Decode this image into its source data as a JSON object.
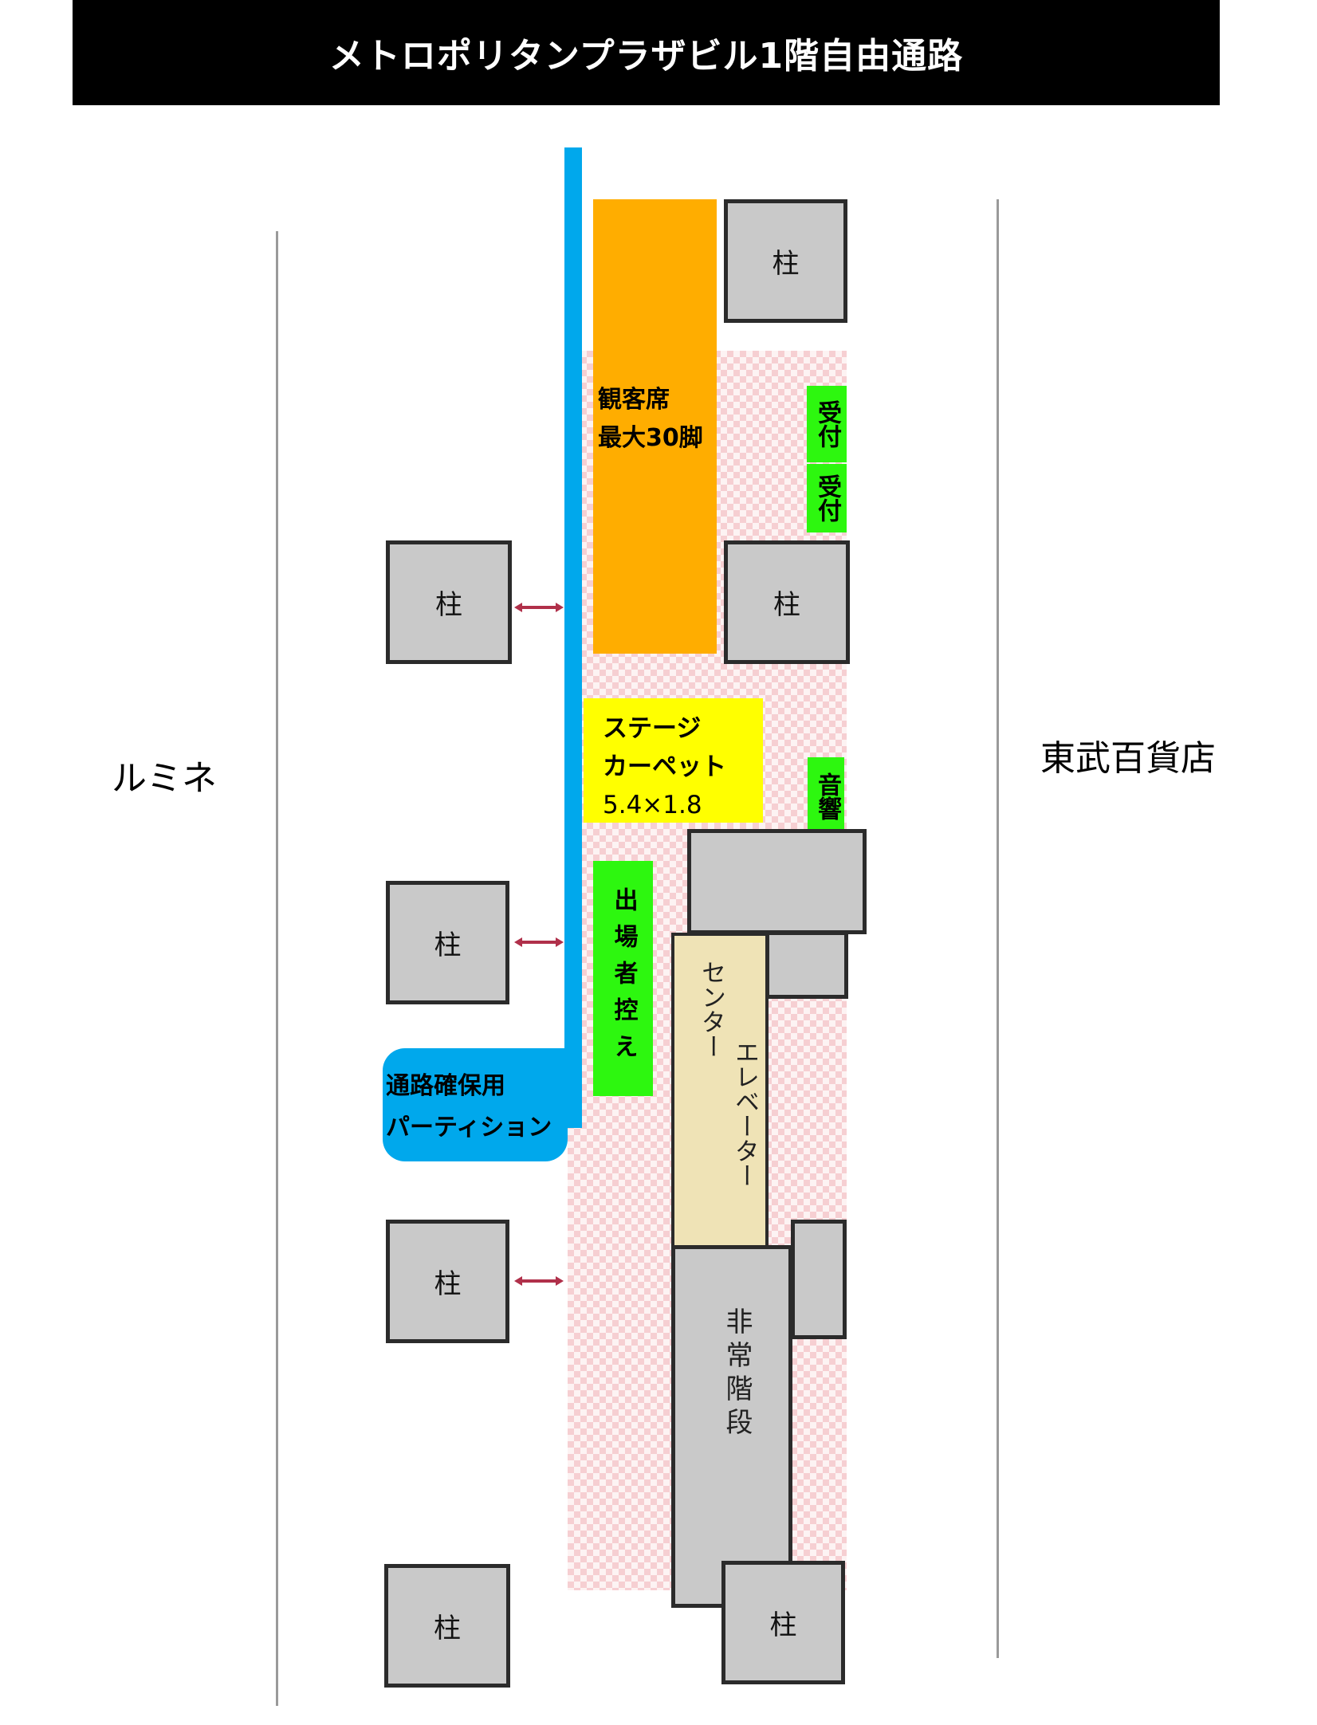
{
  "title": "メトロポリタンプラザビル1階自由通路",
  "left_side_label": "ルミネ",
  "right_side_label": "東武百貨店",
  "pillar_label": "柱",
  "seating": {
    "line1": "観客席",
    "line2": "最大30脚"
  },
  "reception": [
    "受付",
    "受付"
  ],
  "stage": {
    "line1": "ステージ",
    "line2": "カーペット",
    "line3": "5.4×1.8"
  },
  "sound": "音響",
  "waiting": "出場者控え",
  "partition": {
    "line1": "通路確保用",
    "line2": "パーティション"
  },
  "elevator": {
    "col1": "センター",
    "col2": "エレベーター"
  },
  "emergency_stairs": "非常階段",
  "colors": {
    "partition_line": "#00a8ec",
    "seating": "#ffad00",
    "stage": "#ffff00",
    "green_zones": "#2df70f",
    "elevator": "#efe3b6",
    "pillar": "#c9c9c9",
    "event_area_pattern": "#f6cfd2"
  },
  "icons": {
    "spacing_arrow": "double-headed-arrow-icon"
  }
}
